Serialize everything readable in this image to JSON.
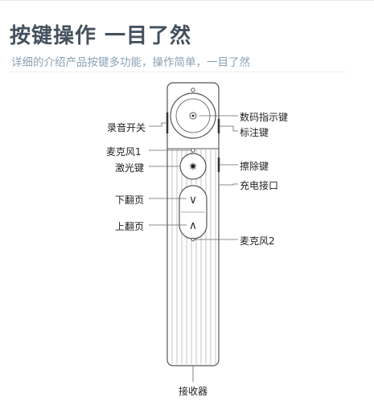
{
  "header": {
    "title": "按键操作 一目了然",
    "subtitle": "详细的介绍产品按键多功能，操作简单，一目了然"
  },
  "buttons": {
    "laser_symbol": "✷",
    "down_symbol": "∨",
    "up_symbol": "∧"
  },
  "labels": {
    "record_switch": "录音开关",
    "digital_indicator_key": "数码指示键",
    "mark_key": "标注键",
    "microphone1": "麦克风1",
    "laser_key": "激光键",
    "erase_key": "擦除键",
    "charging_port": "充电接口",
    "page_down": "下翻页",
    "page_up": "上翻页",
    "microphone2": "麦克风2",
    "receiver": "接收器"
  },
  "colors": {
    "title": "#44515e",
    "subtitle": "#8aa2b4",
    "outline": "#555555"
  }
}
